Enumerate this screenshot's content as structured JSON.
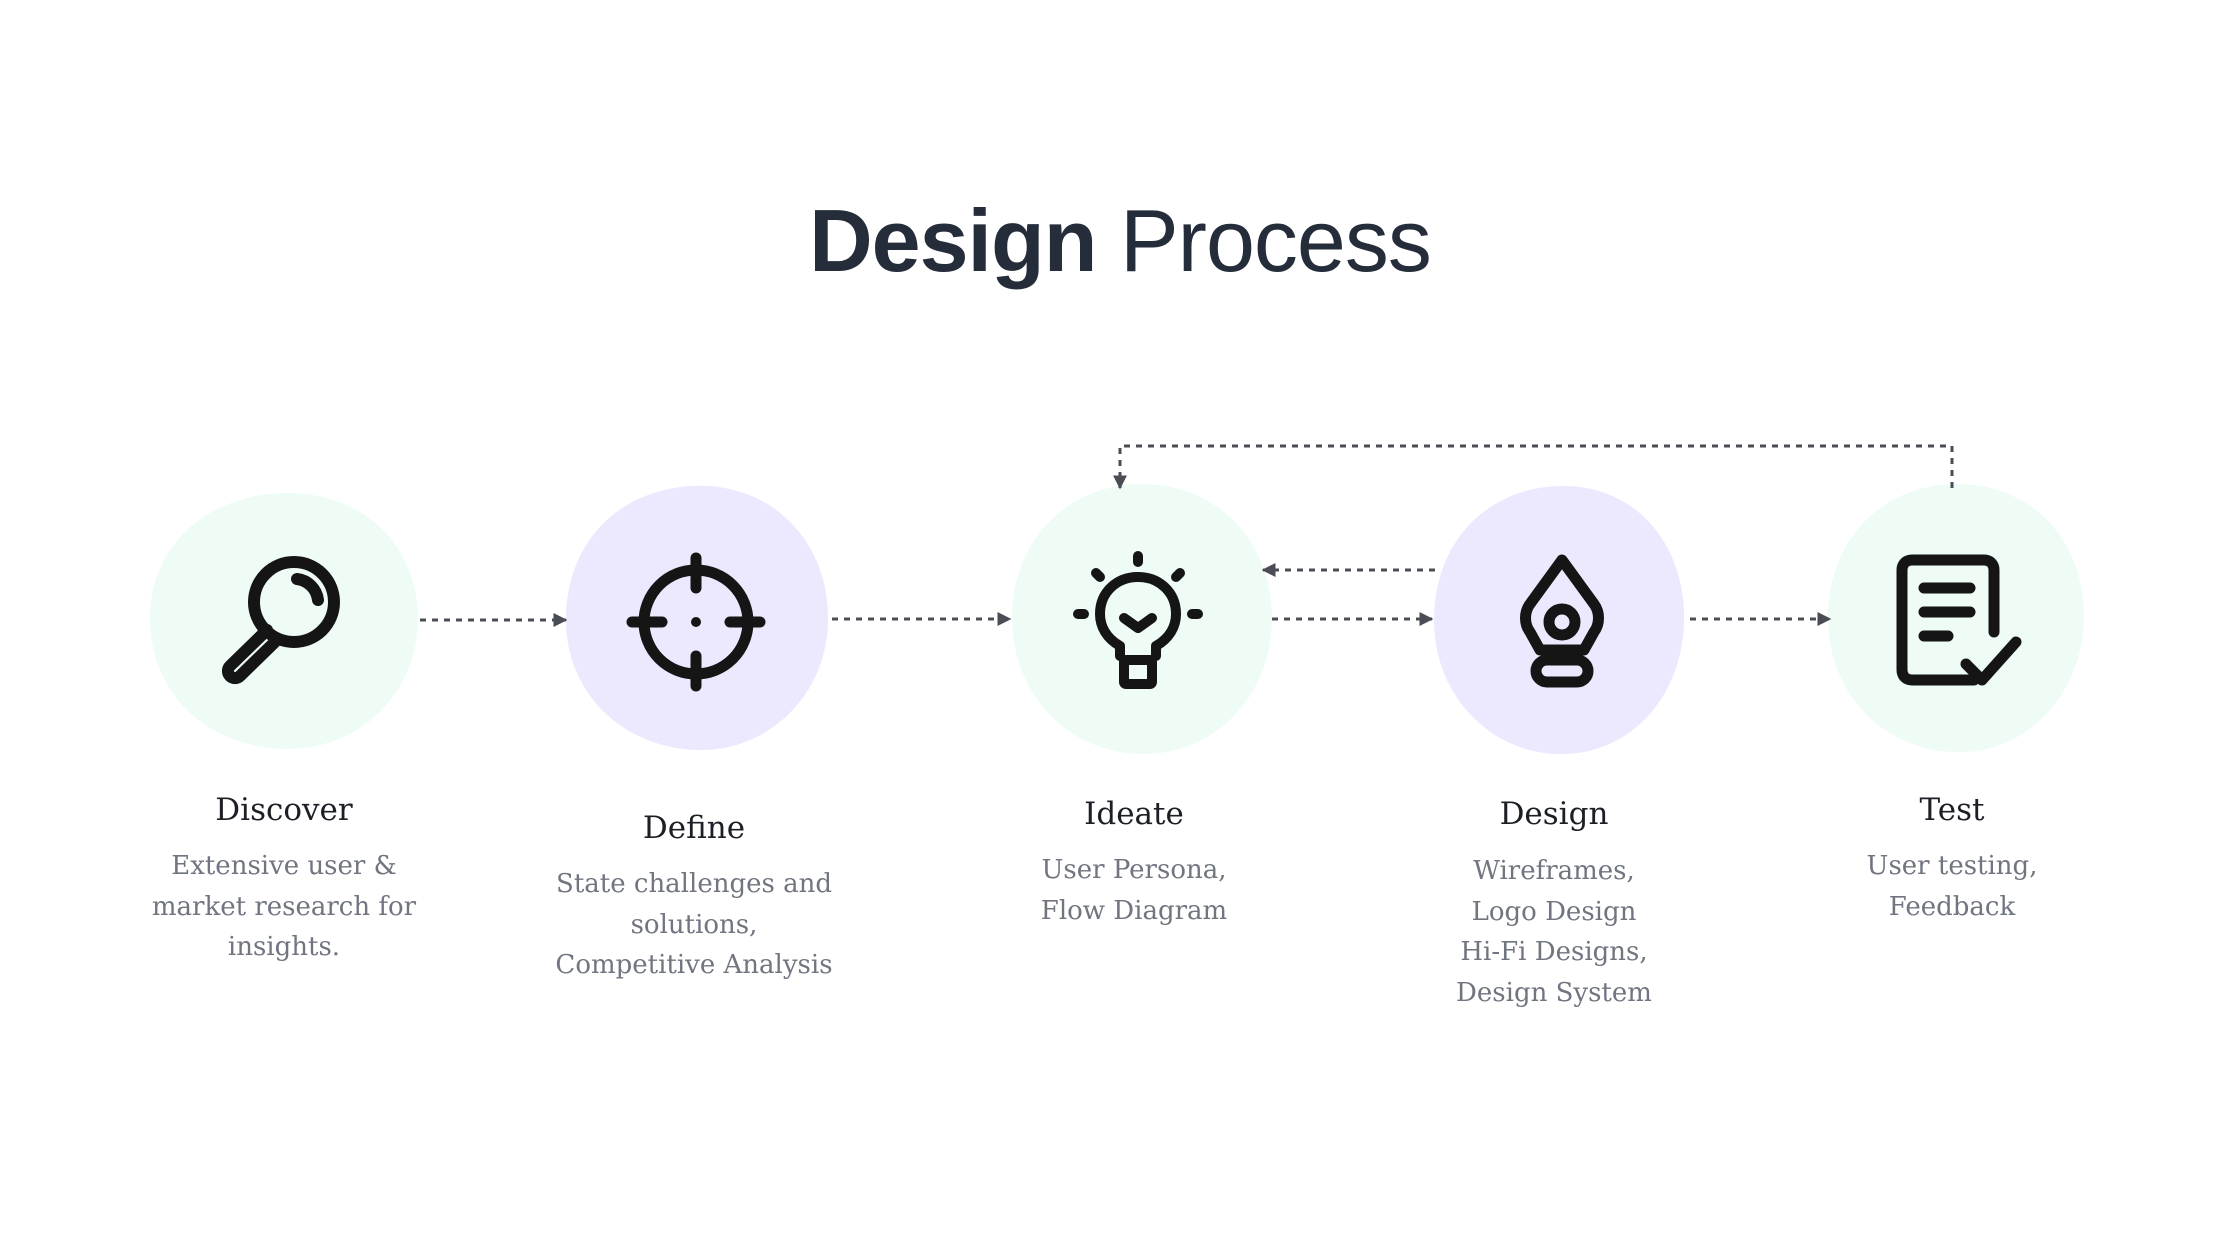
{
  "title": {
    "bold": "Design",
    "regular": "Process"
  },
  "colors": {
    "mint": "#effcf6",
    "lavender": "#ece9fe",
    "ink": "#151515",
    "arrow": "#4a4d55"
  },
  "steps": [
    {
      "label": "Discover",
      "desc": "Extensive user &\nmarket research for\ninsights.",
      "icon": "magnifier-icon"
    },
    {
      "label": "Define",
      "desc": "State challenges and\nsolutions,\nCompetitive Analysis",
      "icon": "crosshair-icon"
    },
    {
      "label": "Ideate",
      "desc": "User Persona,\nFlow Diagram",
      "icon": "lightbulb-icon"
    },
    {
      "label": "Design",
      "desc": "Wireframes,\nLogo Design\nHi-Fi Designs,\nDesign System",
      "icon": "pen-tool-icon"
    },
    {
      "label": "Test",
      "desc": "User testing,\nFeedback",
      "icon": "checklist-icon"
    }
  ]
}
